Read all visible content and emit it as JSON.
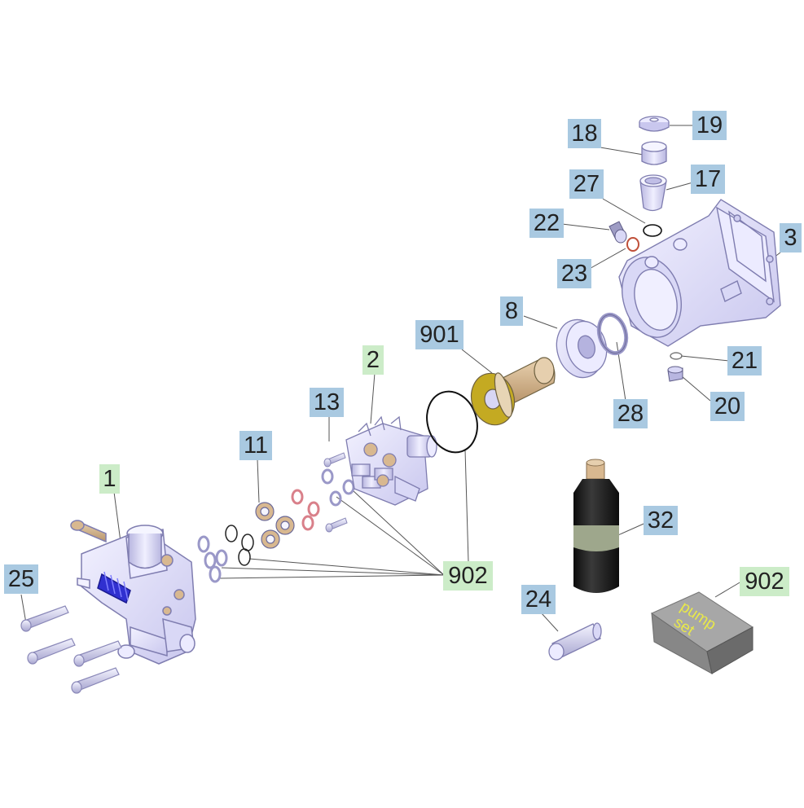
{
  "diagram": {
    "labels": {
      "l1": "1",
      "l2": "2",
      "l3": "3",
      "l8": "8",
      "l11": "11",
      "l13": "13",
      "l17": "17",
      "l18": "18",
      "l19": "19",
      "l20": "20",
      "l21": "21",
      "l22": "22",
      "l23": "23",
      "l24": "24",
      "l25": "25",
      "l27": "27",
      "l28": "28",
      "l32": "32",
      "l901": "901",
      "l902a": "902",
      "l902b": "902"
    },
    "box_text": [
      "pump",
      "set"
    ],
    "colors": {
      "part_label_bg": "#a9c9e1",
      "kit_label_bg": "#ccecc8",
      "part_fill": "#e3e2f8",
      "part_stroke": "#8a88b8",
      "box_text": "#e8e84a",
      "bronze": "#d8b890",
      "oring_red": "#c0503a",
      "spring_blue": "#3030d0"
    }
  }
}
